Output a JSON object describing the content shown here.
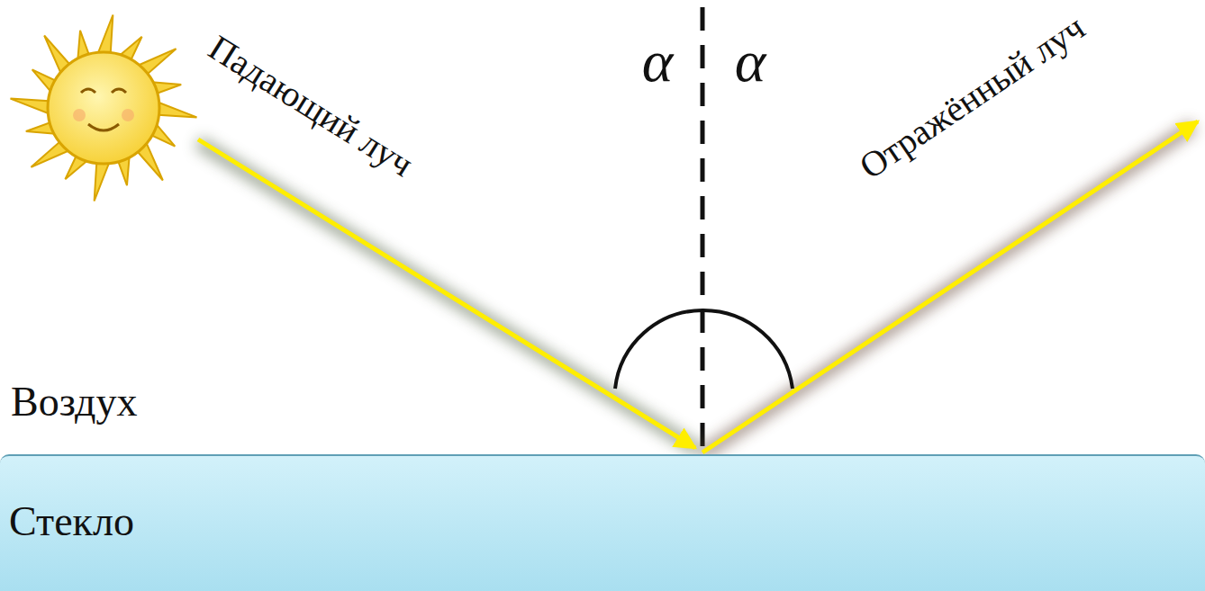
{
  "diagram": {
    "nodes": [
      {
        "text": [
          "Стекло"
        ]
      }
    ],
    "labels": [
      "Падающий луч",
      "α",
      "α",
      "Отражённый луч",
      "Воздух"
    ]
  }
}
